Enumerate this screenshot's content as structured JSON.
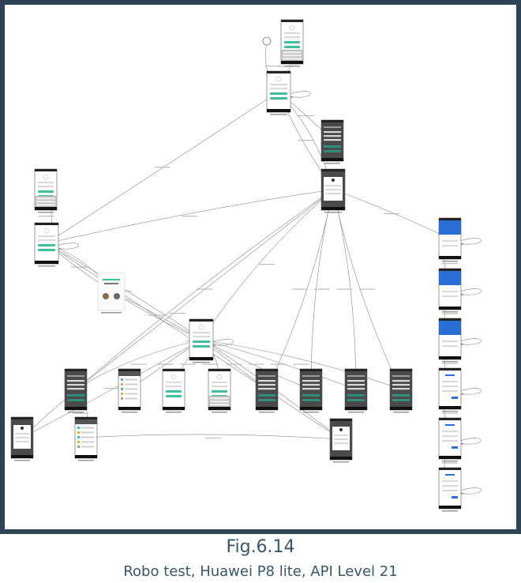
{
  "figure": {
    "number": "Fig.6.14",
    "caption": "Robo test, Huawei P8 lite, API Level 21"
  },
  "colors": {
    "frame": "#2e4456",
    "canvas": "#ffffff",
    "edge": "#8a8a8a",
    "accent": "#3fbf9f",
    "phone_body": "#4a4a4a",
    "blue_screen": "#2a6fd6",
    "caption": "#37566b"
  },
  "icons": [
    "start-node-icon"
  ],
  "screens": [
    {
      "id": "s1",
      "kind": "login-keyboard"
    },
    {
      "id": "s2",
      "kind": "login"
    },
    {
      "id": "s3",
      "kind": "dark-form"
    },
    {
      "id": "s4",
      "kind": "dialog"
    },
    {
      "id": "s5",
      "kind": "login-keyboard"
    },
    {
      "id": "s6",
      "kind": "login"
    },
    {
      "id": "s7",
      "kind": "welcome"
    },
    {
      "id": "s8",
      "kind": "login"
    },
    {
      "id": "s9",
      "kind": "dark-form"
    },
    {
      "id": "s10",
      "kind": "menu"
    },
    {
      "id": "s11",
      "kind": "login"
    },
    {
      "id": "s12",
      "kind": "login-keyboard"
    },
    {
      "id": "s13",
      "kind": "dark-form"
    },
    {
      "id": "s14",
      "kind": "dark-form"
    },
    {
      "id": "s15",
      "kind": "dark-form"
    },
    {
      "id": "s16",
      "kind": "dark-form"
    },
    {
      "id": "s17",
      "kind": "dialog"
    },
    {
      "id": "s18",
      "kind": "menu"
    },
    {
      "id": "s19",
      "kind": "dialog"
    },
    {
      "id": "s20",
      "kind": "blue"
    },
    {
      "id": "s21",
      "kind": "blue"
    },
    {
      "id": "s22",
      "kind": "blue"
    },
    {
      "id": "s23",
      "kind": "white-form"
    },
    {
      "id": "s24",
      "kind": "white-form"
    },
    {
      "id": "s25",
      "kind": "white-form"
    }
  ],
  "edges": [
    [
      "start",
      "s2"
    ],
    [
      "s1",
      "s2"
    ],
    [
      "s2",
      "s2"
    ],
    [
      "s2",
      "s3"
    ],
    [
      "s2",
      "s4"
    ],
    [
      "s4",
      "s2"
    ],
    [
      "s2",
      "s6"
    ],
    [
      "s4",
      "s6"
    ],
    [
      "s4",
      "s8"
    ],
    [
      "s5",
      "s6"
    ],
    [
      "s6",
      "s6"
    ],
    [
      "s6",
      "s7"
    ],
    [
      "s6",
      "s8"
    ],
    [
      "s6",
      "s19"
    ],
    [
      "s7",
      "s8"
    ],
    [
      "s8",
      "s8"
    ],
    [
      "s8",
      "s9"
    ],
    [
      "s8",
      "s10"
    ],
    [
      "s8",
      "s11"
    ],
    [
      "s8",
      "s12"
    ],
    [
      "s8",
      "s13"
    ],
    [
      "s8",
      "s14"
    ],
    [
      "s8",
      "s15"
    ],
    [
      "s8",
      "s16"
    ],
    [
      "s8",
      "s17"
    ],
    [
      "s9",
      "s18"
    ],
    [
      "s18",
      "s19"
    ],
    [
      "s13",
      "s4"
    ],
    [
      "s14",
      "s4"
    ],
    [
      "s15",
      "s4"
    ],
    [
      "s16",
      "s4"
    ],
    [
      "s9",
      "s4"
    ],
    [
      "s4",
      "s20"
    ],
    [
      "s20",
      "s20"
    ],
    [
      "s20",
      "s21"
    ],
    [
      "s21",
      "s21"
    ],
    [
      "s21",
      "s22"
    ],
    [
      "s22",
      "s22"
    ],
    [
      "s22",
      "s23"
    ],
    [
      "s23",
      "s23"
    ],
    [
      "s23",
      "s24"
    ],
    [
      "s24",
      "s24"
    ],
    [
      "s24",
      "s25"
    ],
    [
      "s25",
      "s25"
    ],
    [
      "s17",
      "s4"
    ],
    [
      "s19",
      "s6"
    ]
  ]
}
